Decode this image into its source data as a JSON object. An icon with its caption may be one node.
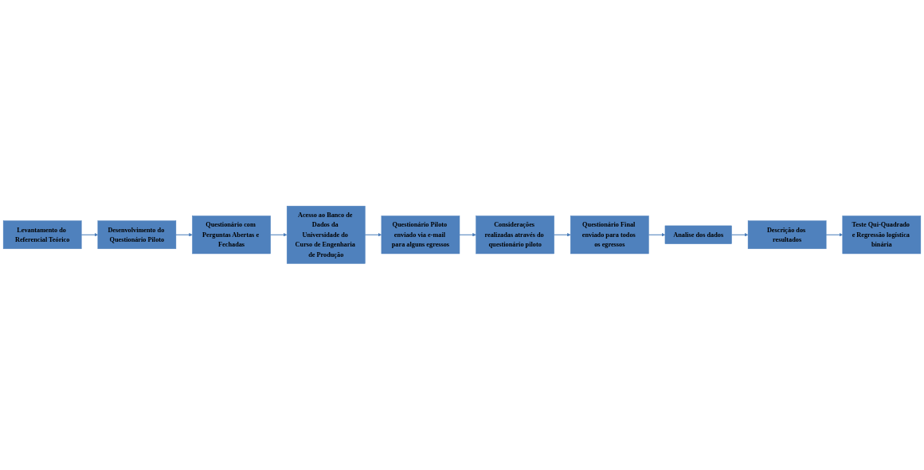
{
  "diagram": {
    "nodes": [
      {
        "text": [
          "Levantamento do Referencial Teórico"
        ]
      },
      {
        "text": [
          "Desenvolvimento do Questionário Piloto"
        ]
      },
      {
        "text": [
          "Questionário com Perguntas Abertas e Fechadas"
        ]
      },
      {
        "text": [
          "Acesso ao Banco de Dados da Universidade do Curso de Engenharia de Produção"
        ]
      },
      {
        "text": [
          "Questionário Piloto enviado via e-mail para alguns egressos"
        ]
      },
      {
        "text": [
          "Considerações realizadas através do questionário piloto"
        ]
      },
      {
        "text": [
          "Questionário Final enviado para todos os egressos"
        ]
      },
      {
        "text": [
          "Analise dos dados"
        ]
      },
      {
        "text": [
          "Descrição dos resultados"
        ]
      },
      {
        "text": [
          "Teste Qui-Quadrado e Regressão logística binária"
        ]
      }
    ],
    "edges": [
      {
        "from": 0,
        "to": 1,
        "arrow": "to"
      },
      {
        "from": 1,
        "to": 2,
        "arrow": "to"
      },
      {
        "from": 2,
        "to": 3,
        "arrow": "to"
      },
      {
        "from": 3,
        "to": 4,
        "arrow": "to"
      },
      {
        "from": 4,
        "to": 5,
        "arrow": "to"
      },
      {
        "from": 5,
        "to": 6,
        "arrow": "to"
      },
      {
        "from": 6,
        "to": 7,
        "arrow": "to"
      },
      {
        "from": 7,
        "to": 8,
        "arrow": "to"
      },
      {
        "from": 8,
        "to": 9,
        "arrow": "to"
      }
    ]
  }
}
